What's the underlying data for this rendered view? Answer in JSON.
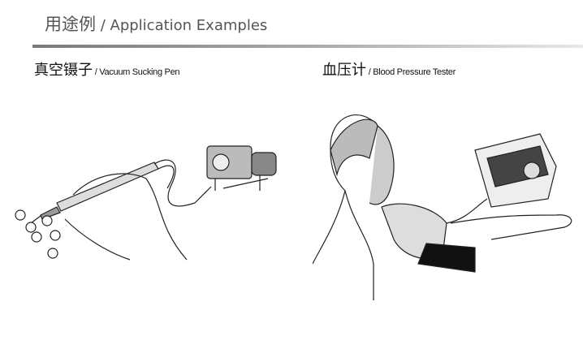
{
  "title": {
    "zh": "用途例",
    "en": " / Application Examples"
  },
  "examples": [
    {
      "zh": "真空镊子",
      "en": " / Vacuum Sucking Pen"
    },
    {
      "zh": "血压计",
      "en": " / Blood Pressure Tester"
    }
  ]
}
